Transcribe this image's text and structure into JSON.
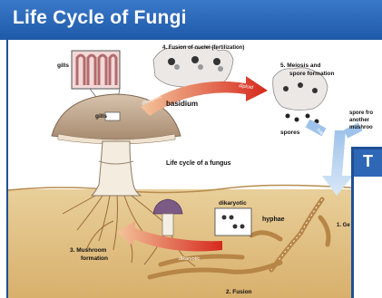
{
  "header": {
    "title": "Life Cycle of Fungi"
  },
  "diagram": {
    "center_caption": "Life cycle of a fungus",
    "labels": {
      "gills_upper": "gills",
      "gills_lower": "gills",
      "basidium": "basidium",
      "fusion_of_nuclei": "4. Fusion of nuclei (fertilization)",
      "meiosis_line1": "5. Meiosis and",
      "meiosis_line2": "spore formation",
      "spores": "spores",
      "spore_from_line1": "spore fro",
      "spore_from_line2": "another",
      "spore_from_line3": "mushroo",
      "dikaryotic_arrow": "dikaryotic",
      "diploid_arrow": "diploid",
      "haploid_arrow": "haploid",
      "dikaryotic_box": "dikaryotic",
      "hyphae": "hyphae",
      "germination": "1. Ge",
      "mushroom_formation_line1": "3. Mushroom",
      "mushroom_formation_line2": "formation",
      "fusion": "2. Fusion",
      "dikaryotic_bottom": "dikaryotic"
    }
  },
  "inset": {
    "heading": "T"
  }
}
